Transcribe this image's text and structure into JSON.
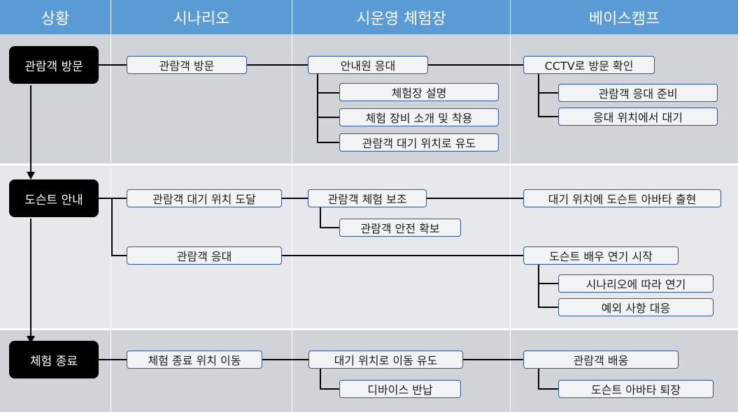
{
  "header": {
    "col_situation": "상황",
    "col_scenario": "시나리오",
    "col_venue": "시운영 체험장",
    "col_basecamp": "베이스캠프"
  },
  "situations": {
    "visit": "관람객 방문",
    "docent": "도슨트 안내",
    "end": "체험 종료"
  },
  "nodes": {
    "s_visit": "관람객 방문",
    "v_guide": "안내원 응대",
    "v_explain": "체험장 설명",
    "v_equip": "체험 장비 소개 및 착용",
    "v_lead": "관람객 대기 위치로 유도",
    "b_cctv": "CCTV로 방문 확인",
    "b_prepare": "관람객 응대 준비",
    "b_wait": "응대 위치에서 대기",
    "s_arrive": "관람객 대기 위치 도달",
    "s_respond": "관람객 응대",
    "v_assist": "관람객 체험 보조",
    "v_safety": "관람객 안전 확보",
    "b_avatar": "대기 위치에 도슨트 아바타 출현",
    "b_act": "도슨트 배우 연기 시작",
    "b_script": "시나리오에 따라 연기",
    "b_exception": "예외 사항 대응",
    "s_move": "체험 종료 위치 이동",
    "v_move_lead": "대기 위치로 이동 유도",
    "v_return": "디바이스 반납",
    "b_sendoff": "관람객 배웅",
    "b_exit": "도슨트 아바타 퇴장"
  }
}
